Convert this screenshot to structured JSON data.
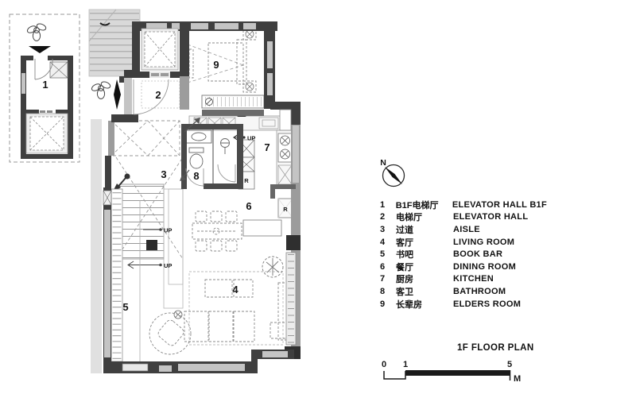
{
  "legend": {
    "items": [
      {
        "no": "1",
        "zh": "B1F电梯厅",
        "en": "ELEVATOR HALL B1F"
      },
      {
        "no": "2",
        "zh": "电梯厅",
        "en": "ELEVATOR HALL"
      },
      {
        "no": "3",
        "zh": "过道",
        "en": "AISLE"
      },
      {
        "no": "4",
        "zh": "客厅",
        "en": "LIVING ROOM"
      },
      {
        "no": "5",
        "zh": "书吧",
        "en": "BOOK BAR"
      },
      {
        "no": "6",
        "zh": "餐厅",
        "en": "DINING ROOM"
      },
      {
        "no": "7",
        "zh": "厨房",
        "en": "KITCHEN"
      },
      {
        "no": "8",
        "zh": "客卫",
        "en": "BATHROOM"
      },
      {
        "no": "9",
        "zh": "长辈房",
        "en": "ELDERS ROOM"
      }
    ]
  },
  "compass": {
    "label": "N"
  },
  "plan": {
    "up_label": "UP",
    "fridge_label": "R"
  },
  "scale_bar": {
    "title": "1F FLOOR PLAN",
    "tick0": "0",
    "tick1": "1",
    "tick5": "5",
    "unit": "M"
  },
  "colors": {
    "wall": "#3f3f3f",
    "window": "#c4c4c4",
    "dash": "#999999",
    "ink": "#111111"
  }
}
